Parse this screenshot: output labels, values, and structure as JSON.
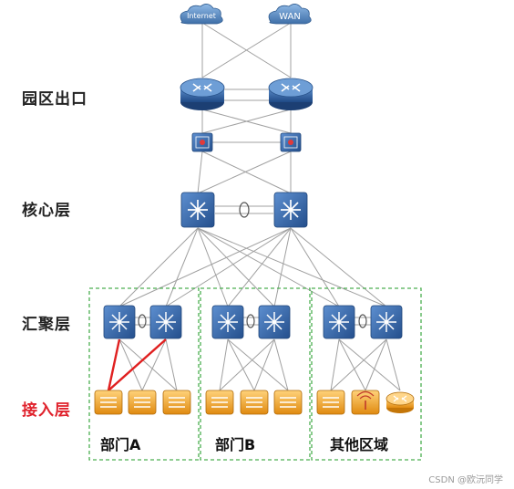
{
  "clouds": [
    {
      "id": "internet",
      "label": "Internet"
    },
    {
      "id": "wan",
      "label": "WAN"
    }
  ],
  "layers": [
    {
      "id": "egress",
      "label": "园区出口",
      "highlight": false
    },
    {
      "id": "core",
      "label": "核心层",
      "highlight": false
    },
    {
      "id": "aggregation",
      "label": "汇聚层",
      "highlight": false
    },
    {
      "id": "access",
      "label": "接入层",
      "highlight": true
    }
  ],
  "departments": [
    {
      "id": "dept-a",
      "label": "部门A"
    },
    {
      "id": "dept-b",
      "label": "部门B"
    },
    {
      "id": "other",
      "label": "其他区域"
    }
  ],
  "watermark": "CSDN @欧沅同学",
  "colors": {
    "switch_blue": "#2c63a8",
    "router_blue": "#2d5f9c",
    "access_orange": "#f0a020",
    "group_border": "#4caf50",
    "highlight_link": "#e02020",
    "link_gray": "#9a9a9a",
    "cloud_blue": "#5b8fc8"
  }
}
